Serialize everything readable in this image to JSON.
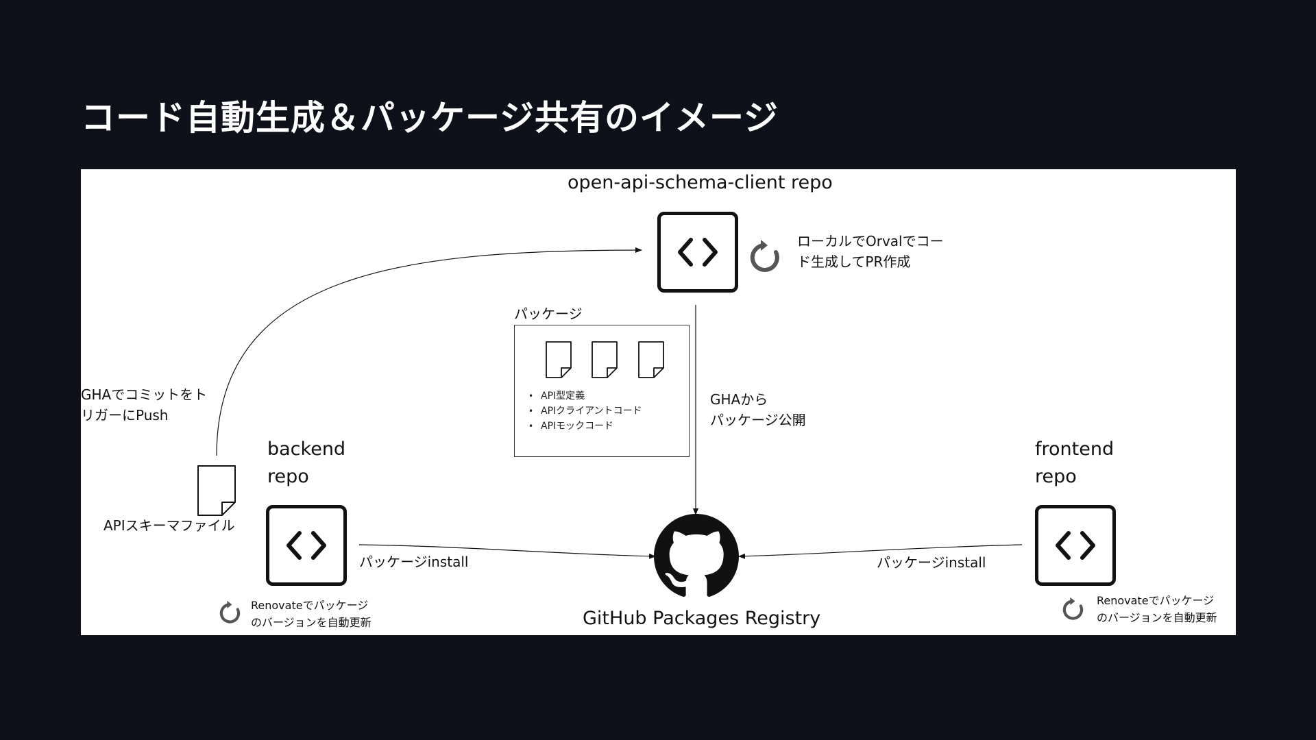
{
  "slide": {
    "title": "コード自動生成＆パッケージ共有のイメージ"
  },
  "diagram": {
    "schema_repo": {
      "title": "open-api-schema-client repo",
      "note_line1": "ローカルでOrvalでコー",
      "note_line2": "ド生成してPR作成"
    },
    "package": {
      "title": "パッケージ",
      "items": [
        "API型定義",
        "APIクライアントコード",
        "APIモックコード"
      ]
    },
    "publish": {
      "line1": "GHAから",
      "line2": "パッケージ公開"
    },
    "trigger": {
      "line1": "GHAでコミットをト",
      "line2": "リガーにPush"
    },
    "schema_file": {
      "label": "APIスキーマファイル"
    },
    "backend_repo": {
      "line1": "backend",
      "line2": " repo",
      "install_label": "パッケージinstall",
      "renovate_line1": "Renovateでパッケージ",
      "renovate_line2": "のバージョンを自動更新"
    },
    "frontend_repo": {
      "line1": "frontend",
      "line2": "repo",
      "install_label": "パッケージinstall",
      "renovate_line1": "Renovateでパッケージ",
      "renovate_line2": "のバージョンを自動更新"
    },
    "registry": {
      "label": "GitHub Packages Registry"
    }
  },
  "colors": {
    "background": "#0e111a",
    "panel": "#ffffff",
    "ink": "#111111",
    "refresh_icon": "#555555"
  }
}
